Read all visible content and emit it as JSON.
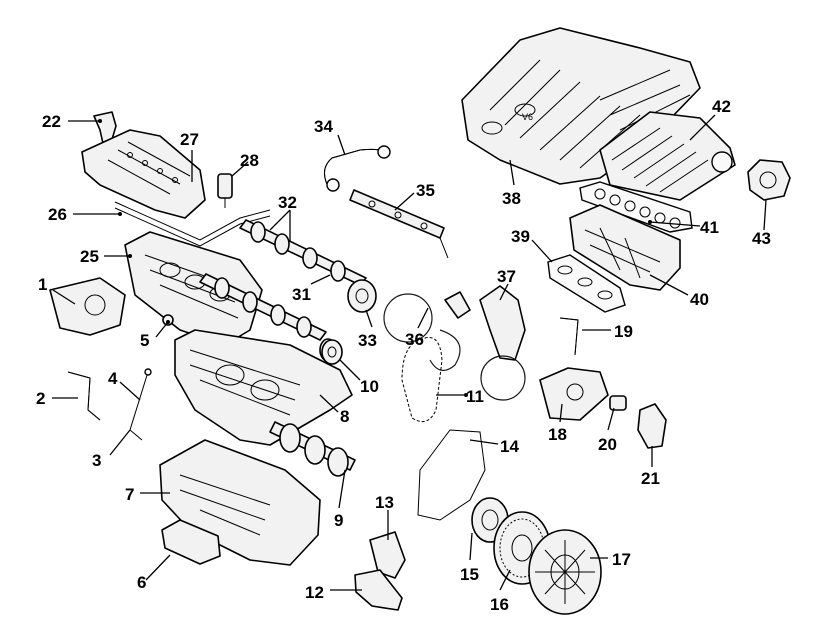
{
  "callouts": [
    {
      "id": "1",
      "label": "1"
    },
    {
      "id": "2",
      "label": "2"
    },
    {
      "id": "3",
      "label": "3"
    },
    {
      "id": "4",
      "label": "4"
    },
    {
      "id": "5",
      "label": "5"
    },
    {
      "id": "6",
      "label": "6"
    },
    {
      "id": "7",
      "label": "7"
    },
    {
      "id": "8",
      "label": "8"
    },
    {
      "id": "9",
      "label": "9"
    },
    {
      "id": "10",
      "label": "10"
    },
    {
      "id": "11",
      "label": "11"
    },
    {
      "id": "12",
      "label": "12"
    },
    {
      "id": "13",
      "label": "13"
    },
    {
      "id": "14",
      "label": "14"
    },
    {
      "id": "15",
      "label": "15"
    },
    {
      "id": "16",
      "label": "16"
    },
    {
      "id": "17",
      "label": "17"
    },
    {
      "id": "18",
      "label": "18"
    },
    {
      "id": "19",
      "label": "19"
    },
    {
      "id": "20",
      "label": "20"
    },
    {
      "id": "21",
      "label": "21"
    },
    {
      "id": "22",
      "label": "22"
    },
    {
      "id": "25",
      "label": "25"
    },
    {
      "id": "26",
      "label": "26"
    },
    {
      "id": "27",
      "label": "27"
    },
    {
      "id": "28",
      "label": "28"
    },
    {
      "id": "31",
      "label": "31"
    },
    {
      "id": "32",
      "label": "32"
    },
    {
      "id": "33",
      "label": "33"
    },
    {
      "id": "34",
      "label": "34"
    },
    {
      "id": "35",
      "label": "35"
    },
    {
      "id": "36",
      "label": "36"
    },
    {
      "id": "37",
      "label": "37"
    },
    {
      "id": "38",
      "label": "38"
    },
    {
      "id": "39",
      "label": "39"
    },
    {
      "id": "40",
      "label": "40"
    },
    {
      "id": "41",
      "label": "41"
    },
    {
      "id": "42",
      "label": "42"
    },
    {
      "id": "43",
      "label": "43"
    }
  ],
  "cover_emblem": {
    "text": "V6"
  }
}
